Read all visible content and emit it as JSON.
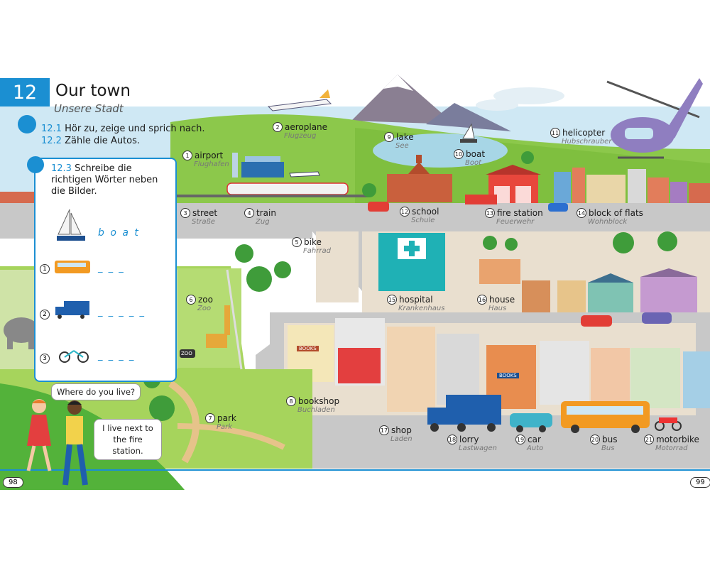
{
  "chapter": {
    "number": "12",
    "title": "Our town",
    "subtitle": "Unsere Stadt"
  },
  "instructions": [
    {
      "num": "12.1",
      "text": "Hör zu, zeige und sprich nach."
    },
    {
      "num": "12.2",
      "text": "Zähle die Autos."
    }
  ],
  "exercise": {
    "num": "12.3",
    "text": "Schreibe die richtigen Wörter neben die Bilder.",
    "example_word": "b o a t",
    "items": [
      {
        "num": "1",
        "blank": "_ _ _"
      },
      {
        "num": "2",
        "blank": "_ _ _ _ _"
      },
      {
        "num": "3",
        "blank": "_ _ _ _"
      }
    ]
  },
  "labels": [
    {
      "num": "1",
      "en": "airport",
      "de": "Flughafen"
    },
    {
      "num": "2",
      "en": "aeroplane",
      "de": "Flugzeug"
    },
    {
      "num": "3",
      "en": "street",
      "de": "Straße"
    },
    {
      "num": "4",
      "en": "train",
      "de": "Zug"
    },
    {
      "num": "5",
      "en": "bike",
      "de": "Fahrrad"
    },
    {
      "num": "6",
      "en": "zoo",
      "de": "Zoo"
    },
    {
      "num": "7",
      "en": "park",
      "de": "Park"
    },
    {
      "num": "8",
      "en": "bookshop",
      "de": "Buchladen"
    },
    {
      "num": "9",
      "en": "lake",
      "de": "See"
    },
    {
      "num": "10",
      "en": "boat",
      "de": "Boot"
    },
    {
      "num": "11",
      "en": "helicopter",
      "de": "Hubschrauber"
    },
    {
      "num": "12",
      "en": "school",
      "de": "Schule"
    },
    {
      "num": "13",
      "en": "fire station",
      "de": "Feuerwehr"
    },
    {
      "num": "14",
      "en": "block of flats",
      "de": "Wohnblock"
    },
    {
      "num": "15",
      "en": "hospital",
      "de": "Krankenhaus"
    },
    {
      "num": "16",
      "en": "house",
      "de": "Haus"
    },
    {
      "num": "17",
      "en": "shop",
      "de": "Laden"
    },
    {
      "num": "18",
      "en": "lorry",
      "de": "Lastwagen"
    },
    {
      "num": "19",
      "en": "car",
      "de": "Auto"
    },
    {
      "num": "20",
      "en": "bus",
      "de": "Bus"
    },
    {
      "num": "21",
      "en": "motorbike",
      "de": "Motorrad"
    }
  ],
  "speech": {
    "question": "Where do you live?",
    "answer": "I live next to the fire station."
  },
  "signs": {
    "books": "BOOKS",
    "zoo": "ZOO"
  },
  "pages": {
    "left": "98",
    "right": "99"
  }
}
